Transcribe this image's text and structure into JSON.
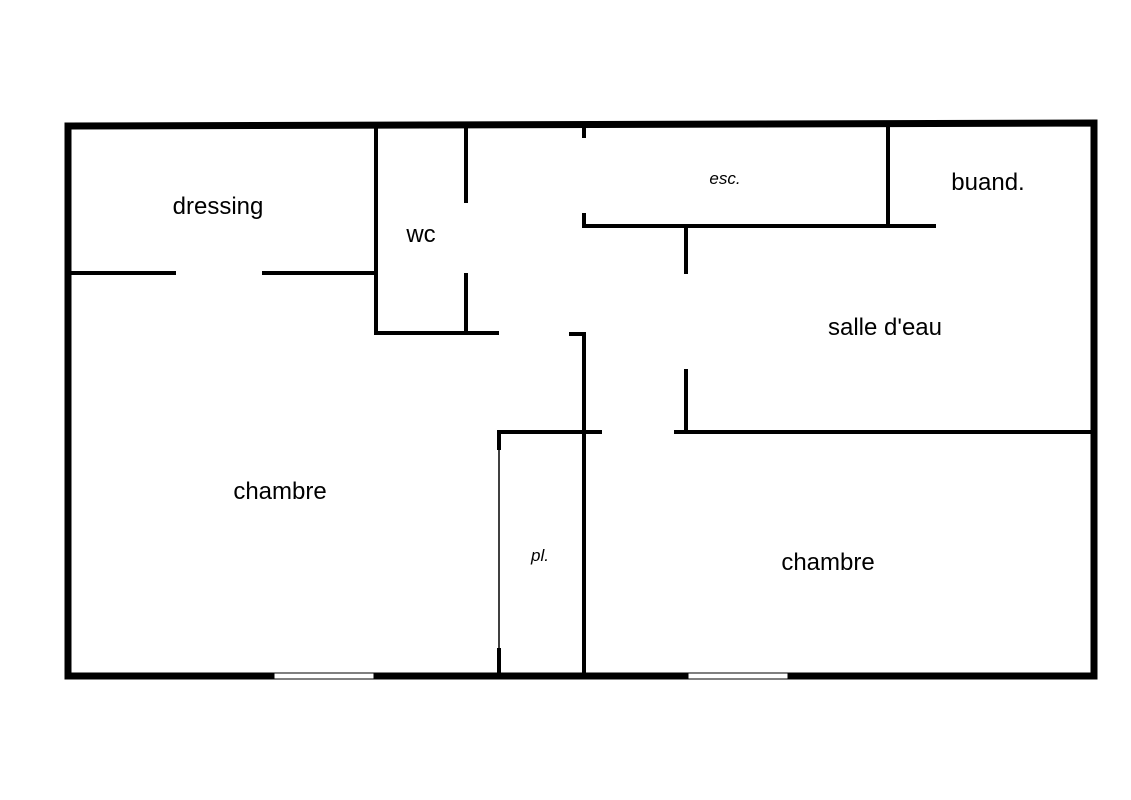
{
  "rooms": {
    "dressing": "dressing",
    "wc": "wc",
    "esc": "esc.",
    "buand": "buand.",
    "salle_deau": "salle d'eau",
    "chambre_left": "chambre",
    "placard": "pl.",
    "chambre_right": "chambre"
  }
}
